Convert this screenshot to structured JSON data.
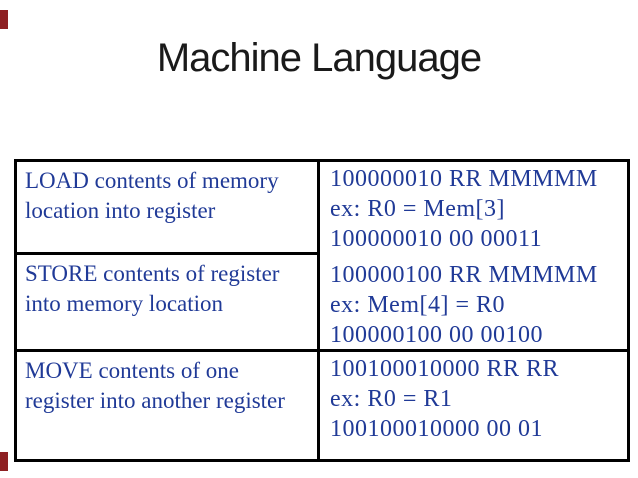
{
  "slide": {
    "title": "Machine Language"
  },
  "colors": {
    "title_text": "#1a1a1a",
    "body_text_blue": "#203a97",
    "table_border": "#000000",
    "edge_mark_red": "#8e2023",
    "background": "#ffffff"
  },
  "table": {
    "rows": [
      {
        "desc": "LOAD contents of memory location into register",
        "desc_lines": [
          "LOAD contents of memory",
          "location into register"
        ],
        "code_lines": [
          "100000010 RR MMMMM",
          "ex: R0 = Mem[3]",
          "100000010 00 00011"
        ]
      },
      {
        "desc": "STORE contents of register into memory location",
        "desc_lines": [
          "STORE contents of register",
          "into memory location"
        ],
        "code_lines": [
          "100000100 RR MMMMM",
          "ex: Mem[4] = R0",
          "100000100 00 00100"
        ]
      },
      {
        "desc": "MOVE contents of one register into another register",
        "desc_lines": [
          "MOVE contents of one",
          "register into another register"
        ],
        "code_lines": [
          "100100010000 RR RR",
          "ex: R0 = R1",
          "100100010000 00 01"
        ]
      }
    ]
  }
}
